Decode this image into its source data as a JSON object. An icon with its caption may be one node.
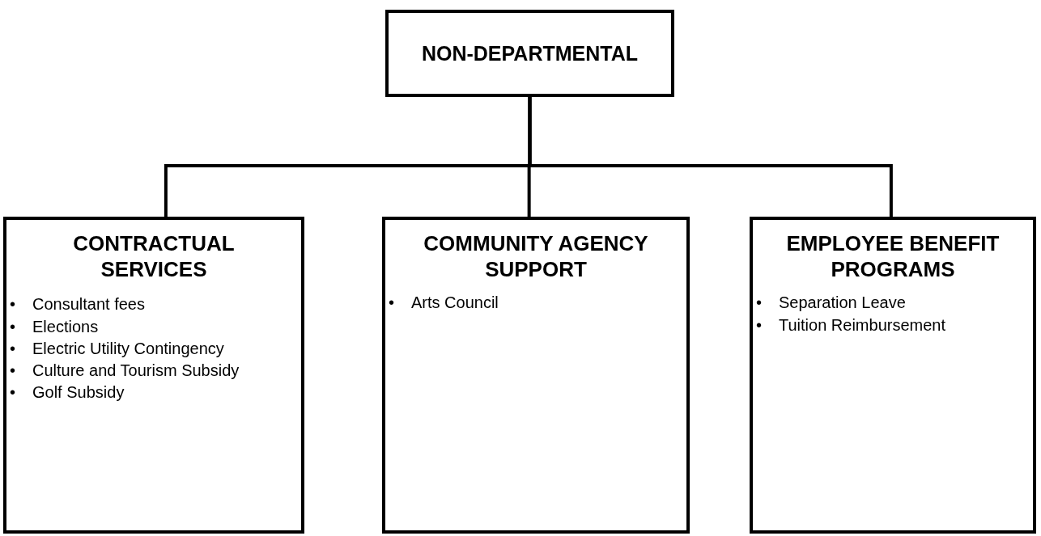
{
  "diagram": {
    "nodes": [
      {
        "text": [
          "NON-DEPARTMENTAL"
        ]
      },
      {
        "text": [
          "CONTRACTUAL SERVICES",
          "• Consultant fees",
          "• Elections",
          "• Electric Utility Contingency",
          "• Culture and Tourism Subsidy",
          "• Golf Subsidy"
        ]
      },
      {
        "text": [
          "COMMUNITY AGENCY SUPPORT",
          "• Arts Council"
        ]
      },
      {
        "text": [
          "EMPLOYEE BENEFIT PROGRAMS",
          "• Separation Leave",
          "• Tuition Reimbursement"
        ]
      }
    ],
    "edges": [
      {
        "from": 0,
        "to": 1,
        "arrow": "none"
      },
      {
        "from": 0,
        "to": 2,
        "arrow": "none"
      },
      {
        "from": 0,
        "to": 3,
        "arrow": "none"
      }
    ]
  }
}
